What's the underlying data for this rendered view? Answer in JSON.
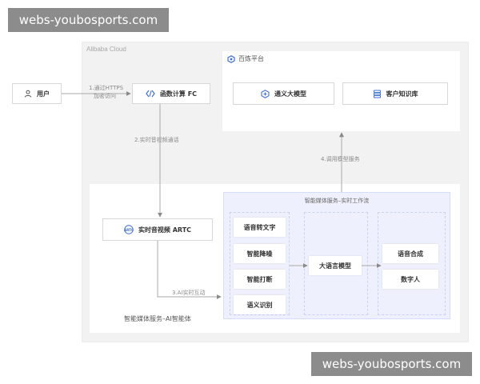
{
  "watermark": {
    "top": "webs-youbosports.com",
    "bottom": "webs-youbosports.com"
  },
  "cloud": {
    "label": "Alibaba Cloud"
  },
  "bailian": {
    "label": "百炼平台",
    "nodes": {
      "tongyi": "通义大模型",
      "knowledge": "客户知识库"
    }
  },
  "nodes": {
    "user": "用户",
    "fc": "函数计算 FC",
    "artc": "实时音视频 ARTC",
    "llm": "大语言模型"
  },
  "edges": {
    "e1": [
      "1.通过HTTPS",
      "加密访问"
    ],
    "e2": "2.实时音视频通话",
    "e3": "3.AI实时互动",
    "e4": "4.调用模型服务"
  },
  "media_service": {
    "label": "智能媒体服务–AI智能体",
    "workflow_title": "智能媒体服务–实时工作流",
    "left_items": [
      "语音转文字",
      "智能降噪",
      "智能打断",
      "语义识别"
    ],
    "right_items": [
      "语音合成",
      "数字人"
    ]
  },
  "colors": {
    "accent": "#3e6fd8",
    "line": "#a9a9a9",
    "workflow_bg": "#eef1fd"
  },
  "icons": {
    "user": "user-icon",
    "fc": "function-compute-icon",
    "artc": "artc-icon",
    "bailian": "bailian-icon",
    "tongyi": "tongyi-icon",
    "knowledge": "database-icon"
  }
}
